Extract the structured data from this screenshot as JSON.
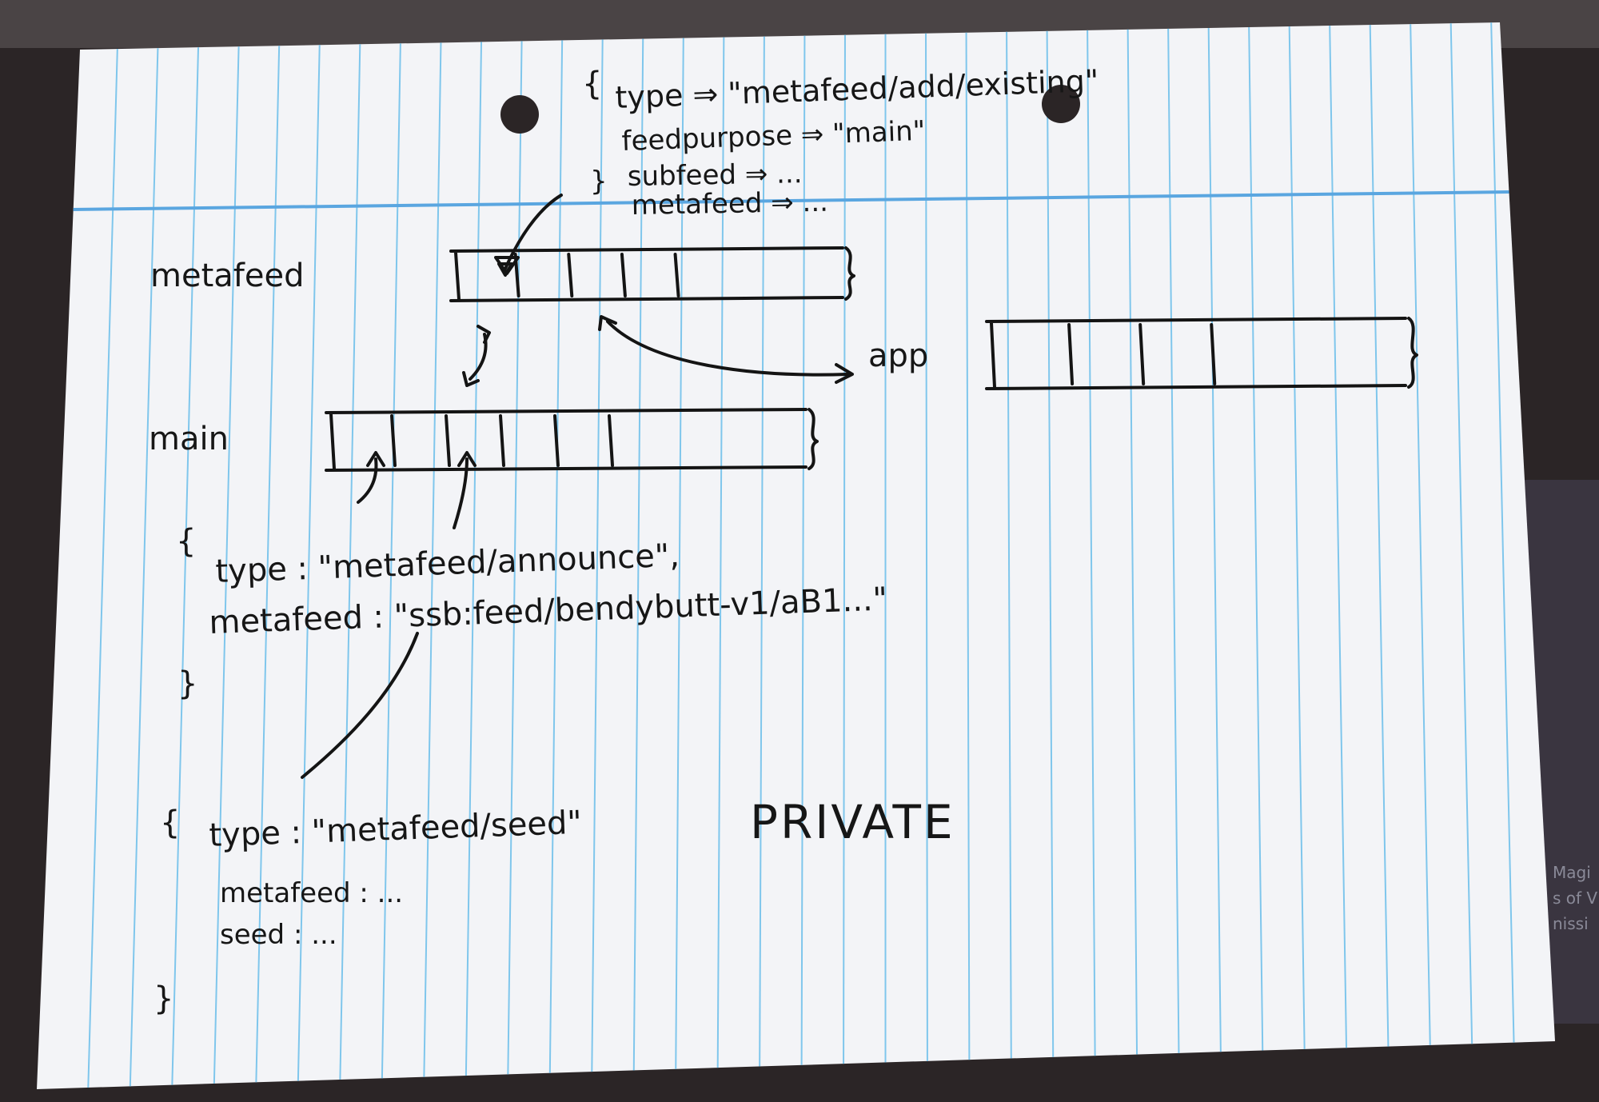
{
  "note": {
    "top_object": {
      "open_brace": "{",
      "line1": "type ⇒ \"metafeed/add/existing\"",
      "line2": "feedpurpose ⇒ \"main\"",
      "line3": "subfeed ⇒ ...",
      "line4": "metafeed ⇒ ...",
      "close_brace": "}"
    },
    "feeds": [
      {
        "label": "metafeed",
        "cells": 5
      },
      {
        "label": "main",
        "cells": 6
      },
      {
        "label": "app",
        "cells": 4
      }
    ],
    "announce_object": {
      "open_brace": "{",
      "line1": "type : \"metafeed/announce\",",
      "line2": "metafeed : \"ssb:feed/bendybutt-v1/aB1...\"",
      "close_brace": "}"
    },
    "seed_object": {
      "open_brace": "{",
      "line1": "type : \"metafeed/seed\"",
      "line2": "metafeed : ...",
      "line3": "seed : ...",
      "close_brace": "}"
    },
    "private_label": "PRIVATE"
  },
  "background_text": [
    "Magi",
    "s of V",
    "nissi"
  ],
  "colors": {
    "table": "#2b2526",
    "paper": "#f3f4f7",
    "rule_line": "#7fc6ec",
    "margin_line": "#5aa6e0",
    "ink": "#141414"
  }
}
